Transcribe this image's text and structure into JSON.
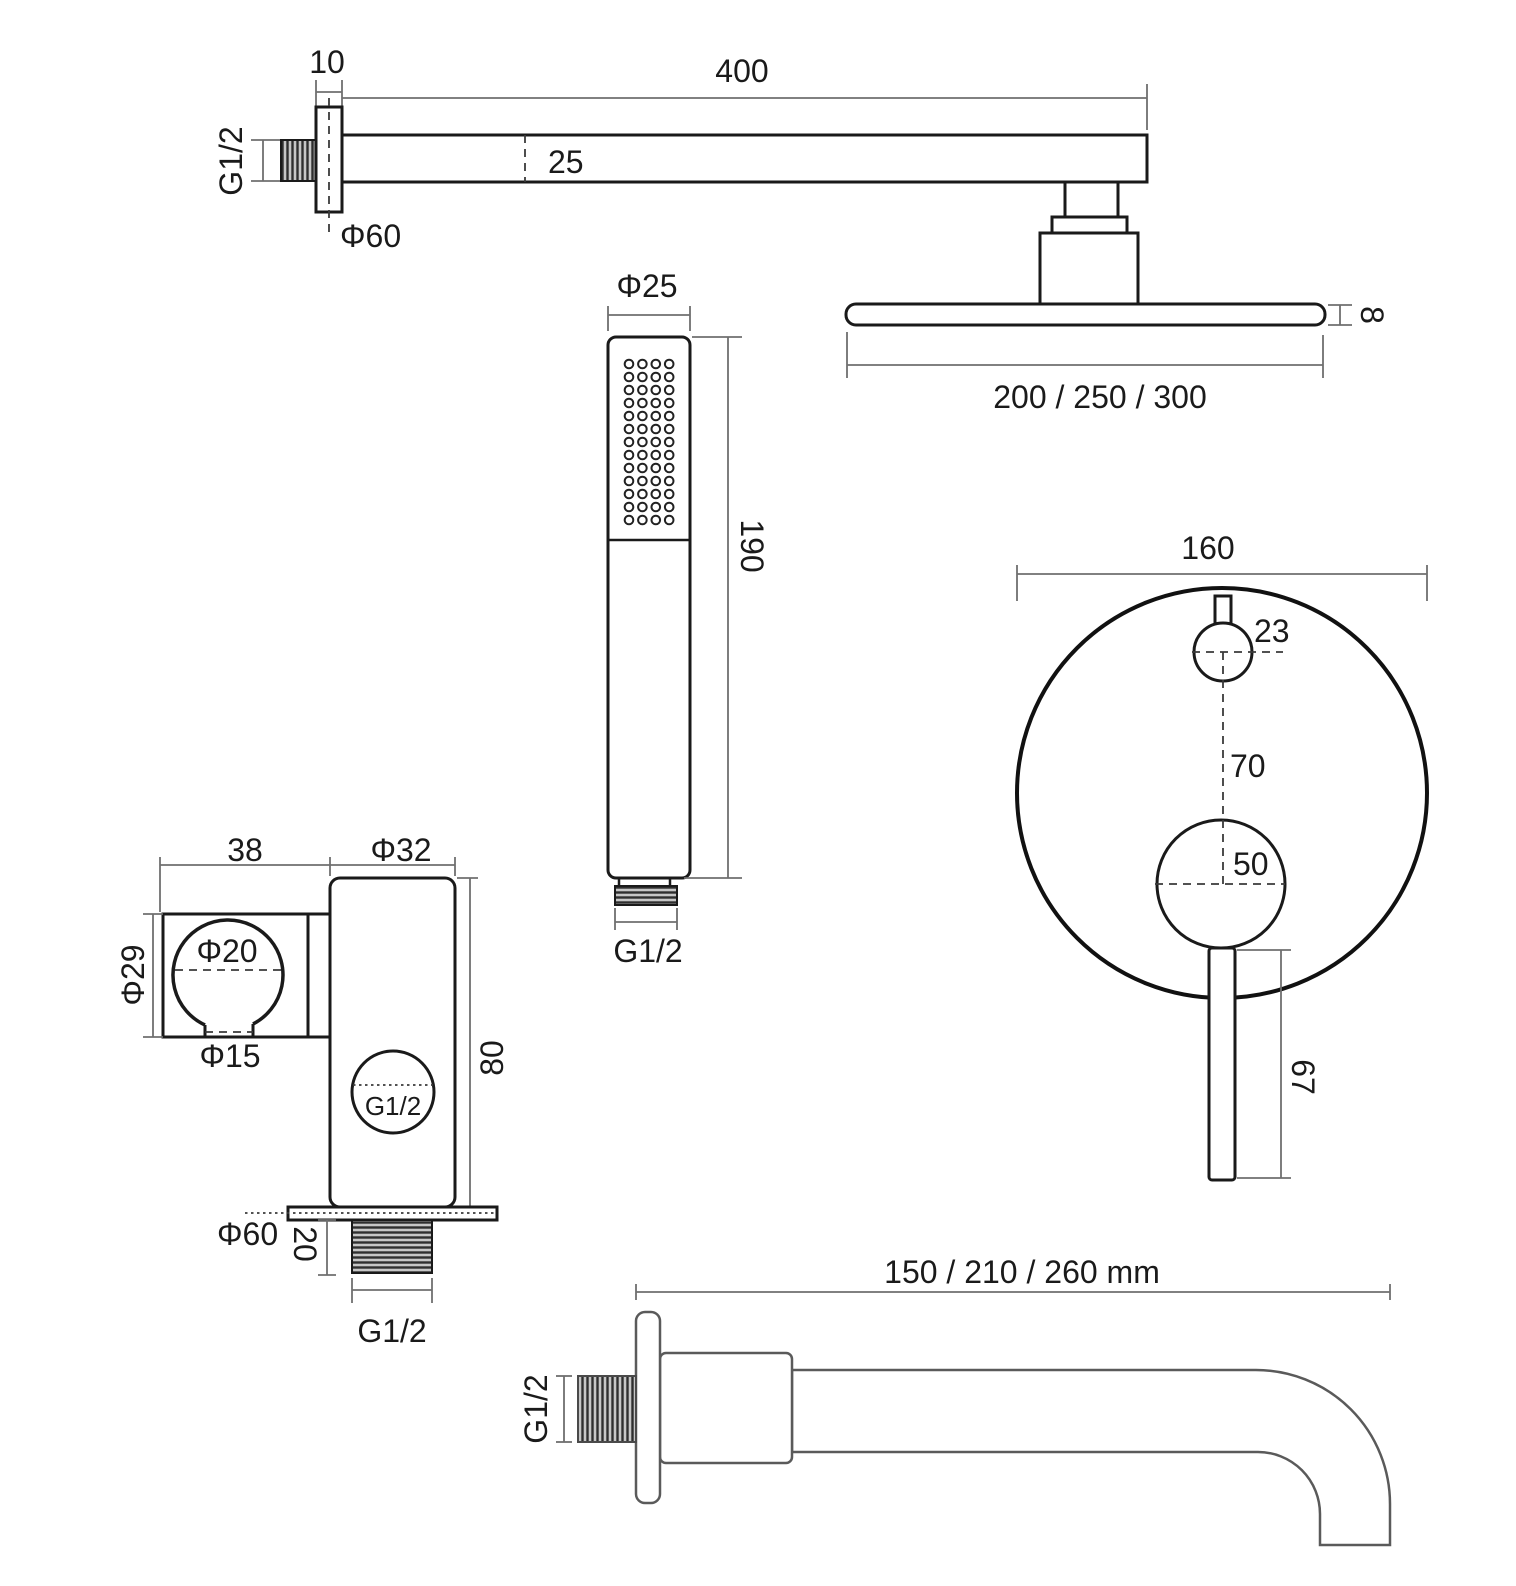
{
  "drawing": {
    "colors": {
      "line": "#1a1a1a",
      "dimension": "#6f6f6f",
      "spout_line": "#5a5a5a",
      "background": "#ffffff"
    },
    "shower_arm": {
      "flange_offset": "10",
      "arm_length": "400",
      "arm_depth": "25",
      "inlet_thread": "G1/2",
      "flange_dia": "Φ60"
    },
    "shower_head": {
      "thickness": "8",
      "diameters": "200 / 250 / 300"
    },
    "hand_shower": {
      "head_dia": "Φ25",
      "length": "190",
      "thread": "G1/2"
    },
    "mixer": {
      "plate_dia": "160",
      "knob_dia": "23",
      "centre_distance": "70",
      "handle_base_dia": "50",
      "lever_length": "67"
    },
    "wall_outlet": {
      "bracket_width": "38",
      "body_dia": "Φ32",
      "bracket_height": "Φ29",
      "ring_dia": "Φ20",
      "slot_dia": "Φ15",
      "body_height": "80",
      "flange_dia": "Φ60",
      "thread_length": "20",
      "port_thread": "G1/2",
      "outlet_thread": "G1/2"
    },
    "bath_spout": {
      "reach": "150 / 210 / 260 mm",
      "thread": "G1/2"
    }
  }
}
